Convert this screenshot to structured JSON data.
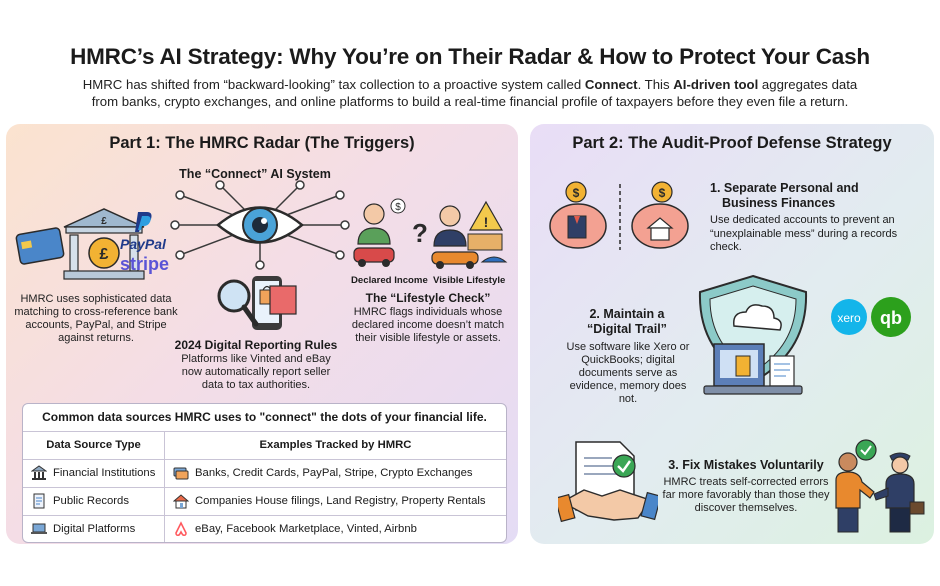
{
  "header": {
    "title": "HMRC’s AI Strategy: Why You’re on Their Radar & How to Protect Your Cash",
    "intro_1": "HMRC has shifted from “backward-looking” tax collection to a proactive system called ",
    "intro_bold_1": "Connect",
    "intro_2": ". This ",
    "intro_bold_2": "AI-driven tool",
    "intro_3": " aggregates data",
    "intro_line2": "from banks, crypto exchanges, and online platforms to build a real-time financial profile of taxpayers before they even file a return."
  },
  "part1": {
    "heading": "Part 1: The HMRC Radar (The Triggers)",
    "connect_title": "The “Connect” AI System",
    "bank_logos": {
      "paypal": "PayPal",
      "stripe": "stripe",
      "pound": "£"
    },
    "bank_text": "HMRC uses sophisticated data matching to cross-reference bank accounts, PayPal, and Stripe against returns.",
    "digital_title": "2024 Digital Reporting Rules",
    "digital_text": "Platforms like Vinted and eBay now automatically report seller data to tax authorities.",
    "lifestyle_labels": {
      "declared": "Declared Income",
      "visible": "Visible Lifestyle"
    },
    "lifestyle_title": "The “Lifestyle Check”",
    "lifestyle_text": "HMRC flags individuals whose declared income doesn’t match their visible lifestyle or assets.",
    "table": {
      "title": "Common data sources HMRC uses to \"connect\" the dots of your financial life.",
      "headers": [
        "Data Source Type",
        "Examples Tracked by HMRC"
      ],
      "rows": [
        {
          "type": "Financial Institutions",
          "examples": "Banks, Credit Cards, PayPal, Stripe, Crypto Exchanges"
        },
        {
          "type": "Public Records",
          "examples": "Companies House filings, Land Registry, Property Rentals"
        },
        {
          "type": "Digital Platforms",
          "examples": "eBay, Facebook Marketplace, Vinted, Airbnb"
        }
      ]
    }
  },
  "part2": {
    "heading": "Part 2: The Audit-Proof Defense Strategy",
    "step1_title_a": "1. Separate Personal and",
    "step1_title_b": "Business Finances",
    "step1_text": "Use dedicated accounts to prevent an “unexplainable mess” during a records check.",
    "step2_title_a": "2. Maintain a",
    "step2_title_b": "“Digital Trail”",
    "step2_text": "Use software like Xero or QuickBooks; digital documents serve as evidence, memory does not.",
    "xero_label": "xero",
    "qb_label": "qb",
    "step3_title": "3. Fix Mistakes Voluntarily",
    "step3_text": "HMRC treats self-corrected errors far more favorably than those they discover themselves."
  },
  "colors": {
    "accent_orange": "#f0a35a",
    "pig_pink": "#f3a192",
    "xero_blue": "#13b5ea",
    "qb_green": "#2ca01c",
    "check_green": "#3aa655"
  }
}
